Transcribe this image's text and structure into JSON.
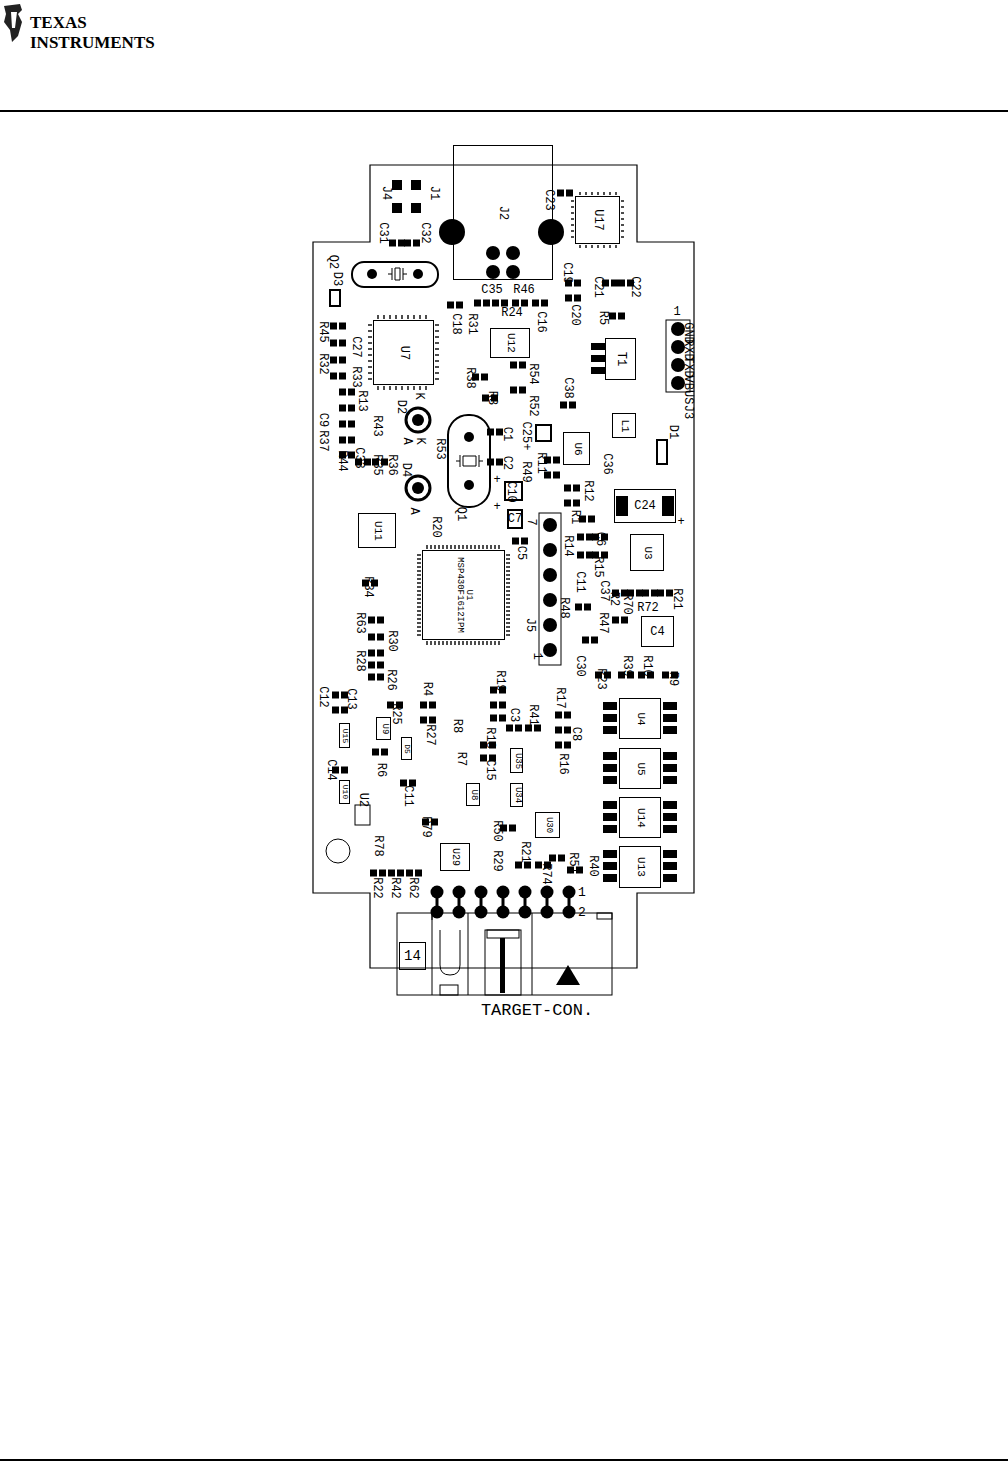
{
  "diagram": {
    "nodes": [
      {
        "text": [
          "U7"
        ]
      },
      {
        "text": [
          "U17"
        ]
      },
      {
        "text": [
          "J2"
        ]
      },
      {
        "text": [
          "U12"
        ]
      },
      {
        "text": [
          "T1"
        ]
      },
      {
        "text": [
          "L1"
        ]
      },
      {
        "text": [
          "U6"
        ]
      },
      {
        "text": [
          "U11"
        ]
      },
      {
        "text": [
          "U1",
          "MSP430F1612IPM"
        ]
      },
      {
        "text": [
          "C24"
        ]
      },
      {
        "text": [
          "U3"
        ]
      },
      {
        "text": [
          "C4"
        ]
      },
      {
        "text": [
          "U4"
        ]
      },
      {
        "text": [
          "U5"
        ]
      },
      {
        "text": [
          "U14"
        ]
      },
      {
        "text": [
          "U13"
        ]
      },
      {
        "text": [
          "U9"
        ]
      },
      {
        "text": [
          "U15"
        ]
      },
      {
        "text": [
          "D5"
        ]
      },
      {
        "text": [
          "U35"
        ]
      },
      {
        "text": [
          "U34"
        ]
      },
      {
        "text": [
          "U8"
        ]
      },
      {
        "text": [
          "U10"
        ]
      },
      {
        "text": [
          "U30"
        ]
      },
      {
        "text": [
          "U29"
        ]
      },
      {
        "text": [
          "14"
        ]
      }
    ],
    "labels": [
      "TEXAS",
      "INSTRUMENTS",
      "J4",
      "J1",
      "C31",
      "C32",
      "C23",
      "Q2",
      "C19",
      "C21",
      "C22",
      "C20",
      "R5",
      "C35",
      "R46",
      "D3",
      "C18",
      "R31",
      "R24",
      "C16",
      "1",
      "GND",
      "RXD",
      "TXD",
      "VBUS",
      "J3",
      "R45",
      "C27",
      "R32",
      "R33",
      "R13",
      "R43",
      "D2",
      "K",
      "A",
      "K",
      "R38",
      "R54",
      "R3",
      "R52",
      "C38",
      "C9",
      "R37",
      "C33",
      "R44",
      "R35",
      "R36",
      "R53",
      "C1",
      "C25+",
      "C2",
      "D1",
      "C36",
      "R11",
      "R49",
      "+",
      "C10",
      "R12",
      "D4",
      "A",
      "Q1",
      "R20",
      "+",
      "+",
      "R1",
      "C7",
      "7",
      "C6",
      "R14",
      "C5",
      "R15",
      "R34",
      "C11",
      "C37",
      "R2",
      "R70",
      "R72",
      "R21",
      "R48",
      "R47",
      "J5",
      "1",
      "C30",
      "R63",
      "R30",
      "R28",
      "R39",
      "R10",
      "R23",
      "R9",
      "R26",
      "C13",
      "C12",
      "R19",
      "R17",
      "R4",
      "R25",
      "R27",
      "R8",
      "R18",
      "C3",
      "R41",
      "C8",
      "R16",
      "R7",
      "C15",
      "R6",
      "C14",
      "C11",
      "U2",
      "R79",
      "R50",
      "R21",
      "R51",
      "R40",
      "R29",
      "R74",
      "R78",
      "R22",
      "R42",
      "R62",
      "1",
      "2",
      "TARGET-CON."
    ]
  }
}
